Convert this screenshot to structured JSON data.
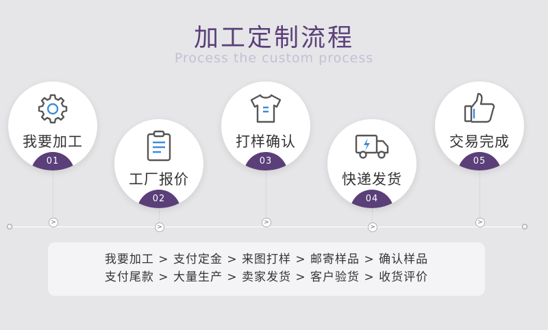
{
  "header": {
    "title": "加工定制流程",
    "subtitle": "Process the custom process"
  },
  "colors": {
    "accent": "#5a3f79",
    "icon_stroke": "#555555",
    "icon_highlight": "#3d8bd9"
  },
  "steps": [
    {
      "label": "我要加工",
      "number": "01",
      "icon": "gear-icon"
    },
    {
      "label": "工厂报价",
      "number": "02",
      "icon": "clipboard-icon"
    },
    {
      "label": "打样确认",
      "number": "03",
      "icon": "tshirt-icon"
    },
    {
      "label": "快递发货",
      "number": "04",
      "icon": "truck-icon"
    },
    {
      "label": "交易完成",
      "number": "05",
      "icon": "thumbs-up-icon"
    }
  ],
  "timeline": {
    "marker": ">"
  },
  "summary": {
    "line1": "我要加工 > 支付定金 > 来图打样 > 邮寄样品 > 确认样品",
    "line2": "支付尾款 > 大量生产 > 卖家发货 > 客户验货 > 收货评价"
  }
}
